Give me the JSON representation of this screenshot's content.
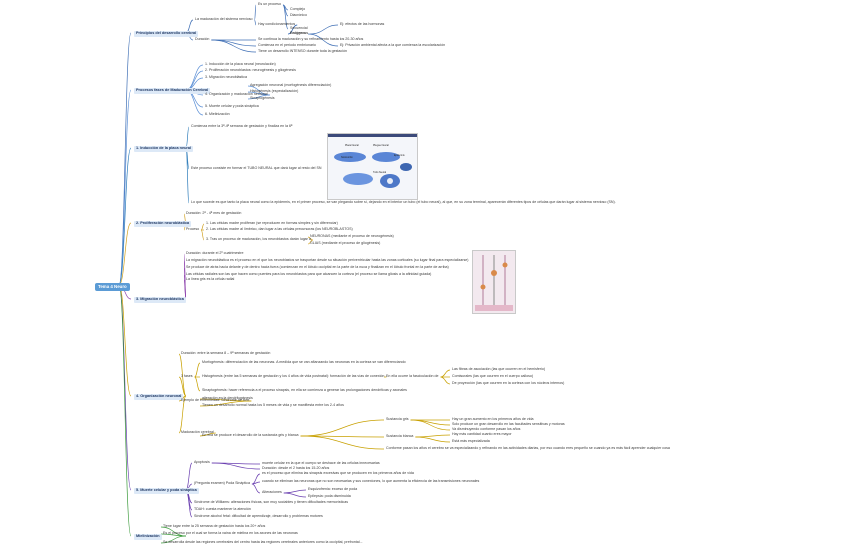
{
  "root": "Tema 4 Neuro",
  "branches": [
    {
      "label": "Principios del desarrollo cerebral",
      "children": [
        {
          "label": "La maduración del sistema nervioso",
          "children": [
            {
              "label": "Es un proceso",
              "children": [
                {
                  "label": "Complejo"
                },
                {
                  "label": "Diacrónico"
                },
                {
                  "label": "Secuencial"
                }
              ]
            },
            {
              "label": "Hay condicionamientos",
              "children": [
                {
                  "label": "Endógenos",
                  "children": [
                    {
                      "label": "Ej: efectos de las hormonas"
                    }
                  ]
                },
                {
                  "label": "Exógenos",
                  "children": [
                    {
                      "label": "Ej: Privación ambiental afecta a la que comienza la escolarización"
                    }
                  ]
                }
              ]
            }
          ]
        },
        {
          "label": "Duración",
          "children": [
            {
              "label": "Comienza en el periodo embrionario"
            },
            {
              "label": "Tiene un desarrollo INTENSO durante toda la gestación"
            },
            {
              "label": "Se continua la maduración y su refinamiento hasta los 20-30 años"
            }
          ]
        }
      ]
    },
    {
      "label": "Procesos fases de Maduración Cerebral",
      "children": [
        {
          "label": "1. Inducción de la placa neural (neurulación)"
        },
        {
          "label": "2. Proliferación neuroblastos: neurogénesis y gliogénesis"
        },
        {
          "label": "3. Migración neuroblástica"
        },
        {
          "label": "4. Organización y maduración neuronal",
          "children": [
            {
              "label": "Agregación neuronal (morfogénesis diferenciación)"
            },
            {
              "label": "Histogénesis (especialización)"
            },
            {
              "label": "Sinaptogénesis"
            }
          ]
        },
        {
          "label": "5. Muerte celular y poda sináptica"
        },
        {
          "label": "6. Mielinización"
        }
      ]
    },
    {
      "label": "1. Inducción de la placa neural",
      "children": [
        {
          "label": "Comienza entre la 3ª-4ª semana de gestación y finaliza en la 6ª"
        },
        {
          "label": "Este proceso consiste en formar el TUBO NEURAL que dará lugar al resto del SN"
        },
        {
          "label": "Lo que sucede es que tanto la placa neural como la epidermis, en el primer proceso, se van plegando sobre sí, dejando en el interior un tubo (el tubo neural), al que, en su zona terminal, aparecerán diferentes tipos de células que darán lugar al sistema nervioso (SN)."
        }
      ],
      "image_labels": [
        "Placa Neural",
        "Pliegue Neural",
        "Notocordio",
        "Tubo Neural",
        "Epidermis"
      ]
    },
    {
      "label": "2. Proliferación neuroblástica",
      "children": [
        {
          "label": "Duración: 2ª - 4ª mes de gestación"
        },
        {
          "label": "Proceso",
          "children": [
            {
              "label": "1. Las células madre proliferan (se reproducen en formas simples y sin diferenciar)"
            },
            {
              "label": "2. Las células madre al límbrico, dan lugar a las células precursoras (los NEUROBLASTOS)"
            },
            {
              "label": "3. Tras un proceso de maduración, los neuroblastos darán lugar a",
              "children": [
                {
                  "label": "NEURONAS (mediante el proceso de neurogénesis)"
                },
                {
                  "label": "GLIAS (mediante el proceso de gliogénesis)"
                }
              ]
            }
          ]
        }
      ]
    },
    {
      "label": "3. Migración neuroblástica",
      "children": [
        {
          "label": "Duración: durante el 2º cuatrimestre"
        },
        {
          "label": "La migración neuroblástica es el proceso en el que los neuroblastos se trasportan desde su situación periventricular hasta las zonas corticales (su lugar final para especializarse)"
        },
        {
          "label": "Se produce de atrás hacia delante y de dentro hacia fuera (comienzan en el lóbulo occipital en la parte de la nuca y finalizan en el lóbulo frontal en la parte de arriba)"
        },
        {
          "label": "Las células radiales son las que hacen como puentes para los neuroblastos para que alcancen la corteza (el proceso se llama gliosis a la afinidad guiada)"
        },
        {
          "label": "La línea gris es la célula radial"
        }
      ]
    },
    {
      "label": "4. Organización neuronal",
      "children": [
        {
          "label": "Duración: entre la semana 8 – 9ª semanas de gestación"
        },
        {
          "label": "3 fases",
          "children": [
            {
              "label": "Morfogénesis: diferenciación de las neuronas. A medida que se van afianzando las neuronas en la corteza se van diferenciando"
            },
            {
              "label": "Histogénesis (entre las 5 semanas de gestación y los 4 años de vida postnatal): formación de las vías de conexión",
              "children": [
                {
                  "label": "En ella ocurre la fasciculación de",
                  "children": [
                    {
                      "label": "Las fibras de asociación (las que ocurren en el hemisferio)"
                    },
                    {
                      "label": "Comisurales (las que ocurren en el cuerpo calloso)"
                    },
                    {
                      "label": "De proyección (las que ocurren en la corteza con los núcleos internos)"
                    }
                  ]
                }
              ]
            },
            {
              "label": "Sinaptogénesis: hacer referencia a el proceso sinapsis, en ella se comienza a generar las prolongaciones dendríticas y axonales"
            }
          ]
        },
        {
          "label": "Ejemplo de enfermedad: Síndrome de Rett",
          "children": [
            {
              "label": "alteración en la dendritogénesis"
            },
            {
              "label": "Tienen un desarrollo normal hasta los 5 meses de vida y se manifiesta entre los 2-4 años"
            }
          ]
        },
        {
          "label": "Maduración cerebral",
          "children": [
            {
              "label": "En ella se produce el desarrollo de la sustancia gris y blanca",
              "children": [
                {
                  "label": "Sustancia gris",
                  "children": [
                    {
                      "label": "Hay un gran aumento en los primeros años de vida"
                    },
                    {
                      "label": "Solo produce un gran desarrollo en las facultades sensitivas y motoras"
                    },
                    {
                      "label": "Va disminuyendo conforme pasan los años"
                    }
                  ]
                },
                {
                  "label": "Sustancia blanca",
                  "children": [
                    {
                      "label": "Hay más cantidad cuanto eres mayor"
                    },
                    {
                      "label": "Está más especializada"
                    }
                  ]
                },
                {
                  "label": "Conforme pasan los años el cerebro se va especializando y refinando en las actividades diarias, por eso cuando eres pequeño se cuando ya es más fácil aprender cualquier cosa"
                }
              ]
            }
          ]
        }
      ]
    },
    {
      "label": "5. Muerte celular y poda sináptica",
      "children": [
        {
          "label": "Apoptosis",
          "children": [
            {
              "label": "muerte celular en la que el cuerpo se deshace de las células innecesarias"
            },
            {
              "label": "Duración: desde el 2 hasta los 15-20 años"
            }
          ]
        },
        {
          "label": "(Pregunta examen) Poda Sináptica",
          "children": [
            {
              "label": "es el proceso que elimina las sinapsis excesivas que se producen en los primeros años de vida"
            },
            {
              "label": "cuando se eliminan las neuronas que no son necesarias y sus conexiones, lo que aumenta la eficiencia de las transmisiones neuronales"
            },
            {
              "label": "Alteraciones",
              "children": [
                {
                  "label": "Esquizofrenia: exceso de poda"
                },
                {
                  "label": "Epilepsia: poda disminuida"
                }
              ]
            }
          ]
        },
        {
          "label": "Síndrome de Williams: alteraciones físicas, son muy sociables y tienen dificultades memorísticas"
        },
        {
          "label": "TDAH: cuesta mantener la atención"
        },
        {
          "label": "Síndrome alcohol fetal: dificultad de aprendizaje, desarrollo y problemas motores"
        }
      ]
    },
    {
      "label": "Mielinización",
      "children": [
        {
          "label": "Tiene lugar entre la 25 semana de gestación hasta los 20+ años"
        },
        {
          "label": "Es el proceso por el cual se forma la vaina de mielina en los axones de las neuronas"
        },
        {
          "label": "Se desarrolla desde las regiones cerebrales del centro hasta las regiones cerebrales anteriores como la occipital, prefrontal..."
        }
      ]
    }
  ]
}
